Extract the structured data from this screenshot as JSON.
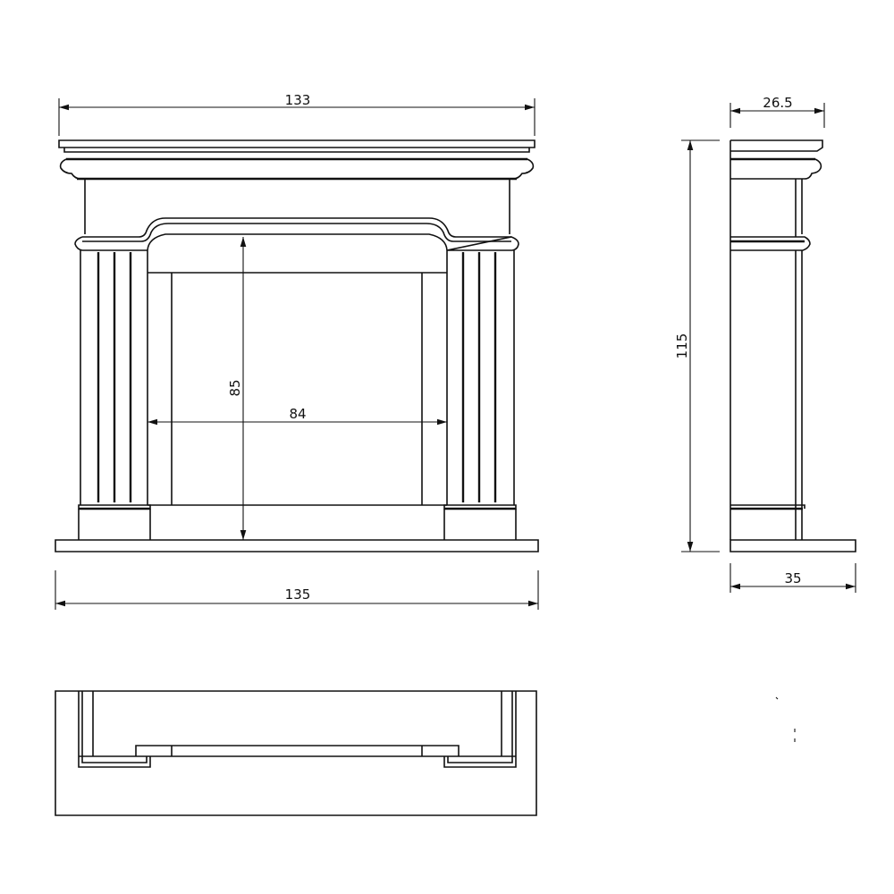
{
  "title": "Fireplace surround dimension drawing",
  "dimensions": {
    "overall_mantel_width": "133",
    "opening_height": "85",
    "opening_width": "84",
    "hearth_width": "135",
    "mantel_depth": "26.5",
    "overall_height": "115",
    "hearth_depth": "35"
  }
}
